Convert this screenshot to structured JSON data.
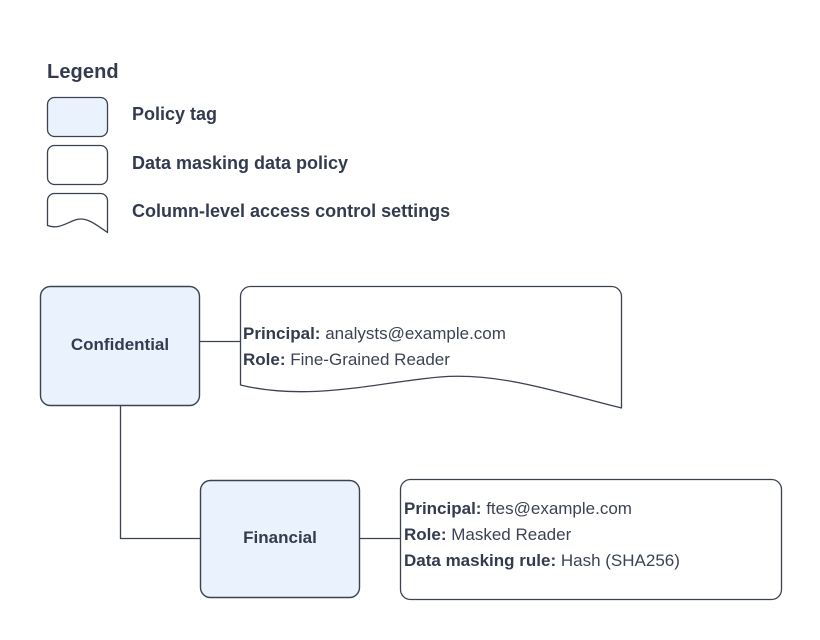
{
  "diagram": {
    "legend": {
      "title": "Legend",
      "items": [
        {
          "label": "Policy tag",
          "swatch": "rounded-rect-filled",
          "fill": "#eaf2fd",
          "stroke": "#3b4252"
        },
        {
          "label": "Data masking data policy",
          "swatch": "rounded-rect-empty",
          "fill": "#ffffff",
          "stroke": "#3b4252"
        },
        {
          "label": "Column-level access control settings",
          "swatch": "wavy-bottom-rect",
          "fill": "#ffffff",
          "stroke": "#3b4252"
        }
      ]
    },
    "nodes": [
      {
        "id": "confidential",
        "label": "Confidential",
        "fill": "#eaf2fd",
        "stroke": "#3b4252"
      },
      {
        "id": "financial",
        "label": "Financial",
        "fill": "#eaf2fd",
        "stroke": "#3b4252"
      }
    ],
    "callouts": [
      {
        "id": "confidential-access",
        "shape": "wavy-bottom-rect",
        "attached_to": "confidential",
        "rows": [
          {
            "key": "Principal:",
            "value": "analysts@example.com"
          },
          {
            "key": "Role:",
            "value": "Fine-Grained Reader"
          }
        ]
      },
      {
        "id": "financial-access",
        "shape": "rounded-rect",
        "attached_to": "financial",
        "rows": [
          {
            "key": "Principal:",
            "value": "ftes@example.com"
          },
          {
            "key": "Role:",
            "value": "Masked Reader"
          },
          {
            "key": "Data masking rule:",
            "value": "Hash (SHA256)"
          }
        ]
      }
    ],
    "connectors": [
      {
        "from": "confidential",
        "to": "confidential-access",
        "style": "straight"
      },
      {
        "from": "confidential",
        "to": "financial",
        "style": "elbow"
      },
      {
        "from": "financial",
        "to": "financial-access",
        "style": "straight"
      }
    ],
    "colors": {
      "node_fill": "#eaf2fd",
      "stroke": "#3b4252",
      "text": "#333b4f",
      "value_text": "#3c4354",
      "background": "#ffffff"
    }
  }
}
